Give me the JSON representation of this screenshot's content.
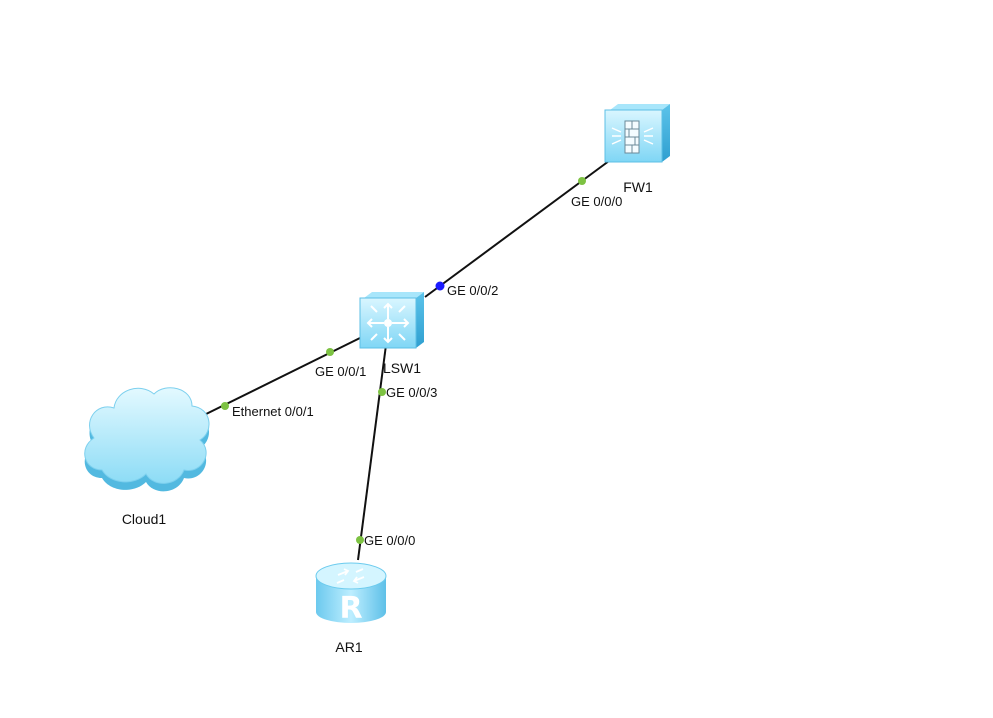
{
  "colors": {
    "link": "#111111",
    "port_up": "#7dc242",
    "port_selected": "#1a1aff",
    "device_light": "#c9f1ff",
    "device_mid": "#86dcf7",
    "device_dark": "#39a9d6"
  },
  "devices": {
    "fw1": {
      "name": "FW1",
      "icon": "firewall-icon"
    },
    "lsw1": {
      "name": "LSW1",
      "icon": "switch-icon"
    },
    "cloud1": {
      "name": "Cloud1",
      "icon": "cloud-icon"
    },
    "ar1": {
      "name": "AR1",
      "icon": "router-icon"
    }
  },
  "links": [
    {
      "from": "LSW1",
      "from_port": "GE 0/0/2",
      "to": "FW1",
      "to_port": "GE 0/0/0"
    },
    {
      "from": "LSW1",
      "from_port": "GE 0/0/1",
      "to": "Cloud1",
      "to_port": "Ethernet 0/0/1"
    },
    {
      "from": "LSW1",
      "from_port": "GE 0/0/3",
      "to": "AR1",
      "to_port": "GE 0/0/0"
    }
  ]
}
